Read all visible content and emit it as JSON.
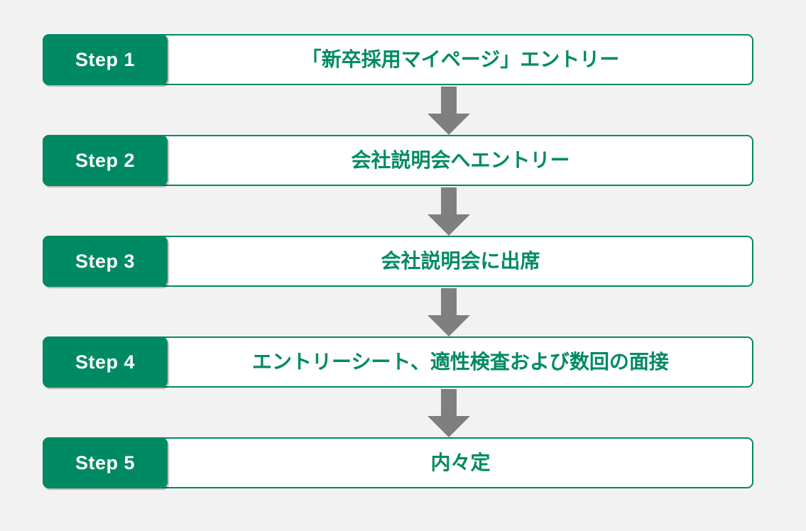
{
  "colors": {
    "background": "#f2f2f2",
    "accent": "#008a63",
    "box_fill": "#ffffff",
    "arrow": "#7f7f7f"
  },
  "icons": {
    "connector": "down-arrow-icon"
  },
  "steps": [
    {
      "label": "Step 1",
      "title": "「新卒採用マイページ」エントリー"
    },
    {
      "label": "Step 2",
      "title": "会社説明会へエントリー"
    },
    {
      "label": "Step 3",
      "title": "会社説明会に出席"
    },
    {
      "label": "Step 4",
      "title": "エントリーシート、適性検査および数回の面接"
    },
    {
      "label": "Step 5",
      "title": "内々定"
    }
  ]
}
